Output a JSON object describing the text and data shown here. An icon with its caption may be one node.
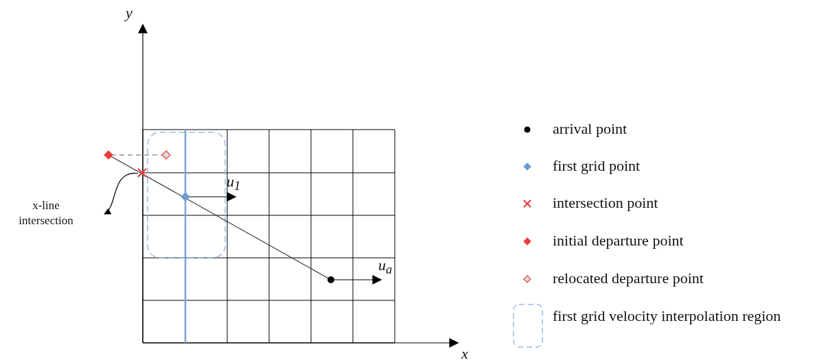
{
  "diagram": {
    "nodes": [
      {
        "text": [
          "x-line intersection"
        ]
      },
      {
        "text": [],
        "shape": "cross"
      }
    ],
    "edges": [
      {
        "from": 1,
        "to": 0,
        "arrow": "to"
      }
    ],
    "labels": [
      "y",
      "u$_{1}$",
      "u$_{a}$",
      "x"
    ],
    "legend": [
      {
        "text": "arrival point"
      },
      {
        "text": "first grid point"
      },
      {
        "text": "intersection point"
      },
      {
        "text": "initial departure point"
      },
      {
        "text": "relocated departure point"
      },
      {
        "text": "first grid velocity interpolation region"
      }
    ]
  }
}
